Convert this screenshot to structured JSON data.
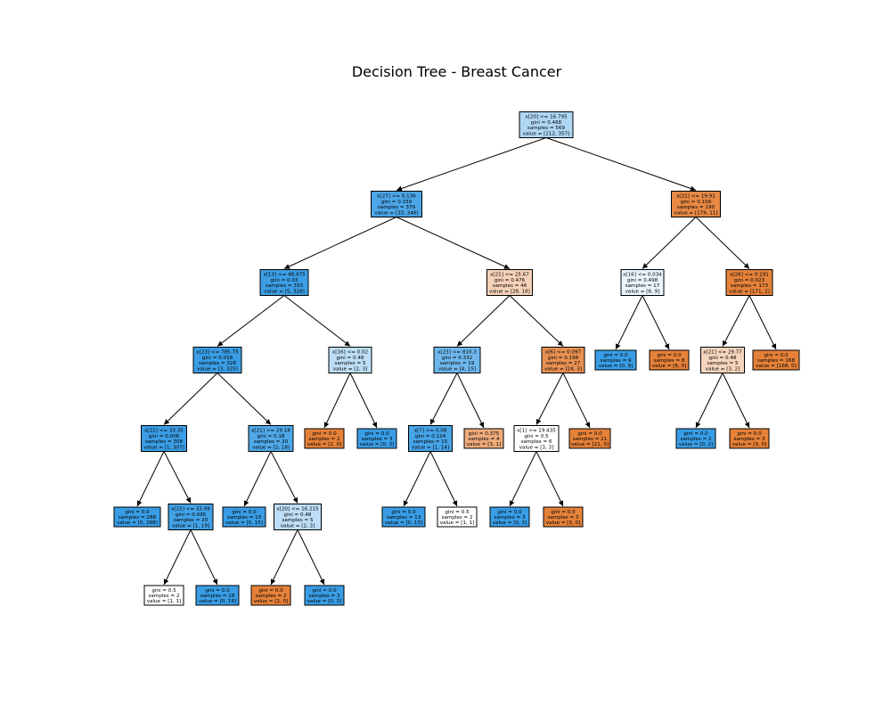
{
  "title": "Decision Tree - Breast Cancer",
  "colors": {
    "class0": "#e58139",
    "class1": "#399de5",
    "edge": "#000000",
    "border": "#000000"
  },
  "nodes": [
    {
      "id": "n0",
      "lines": [
        "x[20] <= 16.795",
        "gini = 0.468",
        "samples = 569",
        "value = [212, 357]"
      ],
      "value": [
        212,
        357
      ]
    },
    {
      "id": "n1",
      "lines": [
        "x[27] <= 0.136",
        "gini = 0.159",
        "samples = 379",
        "value = [33, 346]"
      ],
      "value": [
        33,
        346
      ]
    },
    {
      "id": "n2",
      "lines": [
        "x[13] <= 48.975",
        "gini = 0.03",
        "samples = 333",
        "value = [5, 328]"
      ],
      "value": [
        5,
        328
      ]
    },
    {
      "id": "n3",
      "lines": [
        "x[23] <= 785.75",
        "gini = 0.018",
        "samples = 328",
        "value = [3, 325]"
      ],
      "value": [
        3,
        325
      ]
    },
    {
      "id": "n4",
      "lines": [
        "x[21] <= 33.35",
        "gini = 0.006",
        "samples = 308",
        "value = [1, 307]"
      ],
      "value": [
        1,
        307
      ]
    },
    {
      "id": "n5",
      "lines": [
        "gini = 0.0",
        "samples = 288",
        "value = [0, 288]"
      ],
      "value": [
        0,
        288
      ]
    },
    {
      "id": "n6",
      "lines": [
        "x[21] <= 33.99",
        "gini = 0.095",
        "samples = 20",
        "value = [1, 19]"
      ],
      "value": [
        1,
        19
      ]
    },
    {
      "id": "n7",
      "lines": [
        "gini = 0.5",
        "samples = 2",
        "value = [1, 1]"
      ],
      "value": [
        1,
        1
      ]
    },
    {
      "id": "n8",
      "lines": [
        "gini = 0.0",
        "samples = 18",
        "value = [0, 18]"
      ],
      "value": [
        0,
        18
      ]
    },
    {
      "id": "n9",
      "lines": [
        "x[21] <= 29.18",
        "gini = 0.18",
        "samples = 20",
        "value = [2, 18]"
      ],
      "value": [
        2,
        18
      ]
    },
    {
      "id": "n10",
      "lines": [
        "gini = 0.0",
        "samples = 15",
        "value = [0, 15]"
      ],
      "value": [
        0,
        15
      ]
    },
    {
      "id": "n11",
      "lines": [
        "x[20] <= 16.215",
        "gini = 0.48",
        "samples = 5",
        "value = [2, 3]"
      ],
      "value": [
        2,
        3
      ]
    },
    {
      "id": "n12",
      "lines": [
        "gini = 0.0",
        "samples = 2",
        "value = [2, 0]"
      ],
      "value": [
        2,
        0
      ]
    },
    {
      "id": "n13",
      "lines": [
        "gini = 0.0",
        "samples = 3",
        "value = [0, 3]"
      ],
      "value": [
        0,
        3
      ]
    },
    {
      "id": "n14",
      "lines": [
        "x[16] <= 0.02",
        "gini = 0.48",
        "samples = 5",
        "value = [2, 3]"
      ],
      "value": [
        2,
        3
      ]
    },
    {
      "id": "n15",
      "lines": [
        "gini = 0.0",
        "samples = 2",
        "value = [2, 0]"
      ],
      "value": [
        2,
        0
      ]
    },
    {
      "id": "n16",
      "lines": [
        "gini = 0.0",
        "samples = 3",
        "value = [0, 3]"
      ],
      "value": [
        0,
        3
      ]
    },
    {
      "id": "n17",
      "lines": [
        "x[21] <= 25.67",
        "gini = 0.476",
        "samples = 46",
        "value = [28, 18]"
      ],
      "value": [
        28,
        18
      ]
    },
    {
      "id": "n18",
      "lines": [
        "x[23] <= 810.3",
        "gini = 0.332",
        "samples = 19",
        "value = [4, 15]"
      ],
      "value": [
        4,
        15
      ]
    },
    {
      "id": "n19",
      "lines": [
        "x[7] <= 0.08",
        "gini = 0.124",
        "samples = 15",
        "value = [1, 14]"
      ],
      "value": [
        1,
        14
      ]
    },
    {
      "id": "n20",
      "lines": [
        "gini = 0.0",
        "samples = 13",
        "value = [0, 13]"
      ],
      "value": [
        0,
        13
      ]
    },
    {
      "id": "n21",
      "lines": [
        "gini = 0.5",
        "samples = 2",
        "value = [1, 1]"
      ],
      "value": [
        1,
        1
      ]
    },
    {
      "id": "n22",
      "lines": [
        "gini = 0.375",
        "samples = 4",
        "value = [3, 1]"
      ],
      "value": [
        3,
        1
      ]
    },
    {
      "id": "n23",
      "lines": [
        "x[6] <= 0.097",
        "gini = 0.198",
        "samples = 27",
        "value = [24, 3]"
      ],
      "value": [
        24,
        3
      ]
    },
    {
      "id": "n24",
      "lines": [
        "x[1] <= 19.435",
        "gini = 0.5",
        "samples = 6",
        "value = [3, 3]"
      ],
      "value": [
        3,
        3
      ]
    },
    {
      "id": "n25",
      "lines": [
        "gini = 0.0",
        "samples = 3",
        "value = [0, 3]"
      ],
      "value": [
        0,
        3
      ]
    },
    {
      "id": "n26",
      "lines": [
        "gini = 0.0",
        "samples = 3",
        "value = [3, 0]"
      ],
      "value": [
        3,
        0
      ]
    },
    {
      "id": "n27",
      "lines": [
        "gini = 0.0",
        "samples = 21",
        "value = [21, 0]"
      ],
      "value": [
        21,
        0
      ]
    },
    {
      "id": "n28",
      "lines": [
        "x[21] <= 19.91",
        "gini = 0.109",
        "samples = 190",
        "value = [179, 11]"
      ],
      "value": [
        179,
        11
      ]
    },
    {
      "id": "n29",
      "lines": [
        "x[16] <= 0.034",
        "gini = 0.498",
        "samples = 17",
        "value = [8, 9]"
      ],
      "value": [
        8,
        9
      ]
    },
    {
      "id": "n30",
      "lines": [
        "gini = 0.0",
        "samples = 9",
        "value = [0, 9]"
      ],
      "value": [
        0,
        9
      ]
    },
    {
      "id": "n31",
      "lines": [
        "gini = 0.0",
        "samples = 8",
        "value = [8, 0]"
      ],
      "value": [
        8,
        0
      ]
    },
    {
      "id": "n32",
      "lines": [
        "x[26] <= 0.191",
        "gini = 0.023",
        "samples = 173",
        "value = [171, 2]"
      ],
      "value": [
        171,
        2
      ]
    },
    {
      "id": "n33",
      "lines": [
        "x[21] <= 29.77",
        "gini = 0.48",
        "samples = 5",
        "value = [3, 2]"
      ],
      "value": [
        3,
        2
      ]
    },
    {
      "id": "n34",
      "lines": [
        "gini = 0.0",
        "samples = 2",
        "value = [0, 2]"
      ],
      "value": [
        0,
        2
      ]
    },
    {
      "id": "n35",
      "lines": [
        "gini = 0.0",
        "samples = 3",
        "value = [3, 0]"
      ],
      "value": [
        3,
        0
      ]
    },
    {
      "id": "n36",
      "lines": [
        "gini = 0.0",
        "samples = 168",
        "value = [168, 0]"
      ],
      "value": [
        168,
        0
      ]
    }
  ],
  "edges": [
    [
      "n0",
      "n1"
    ],
    [
      "n0",
      "n28"
    ],
    [
      "n1",
      "n2"
    ],
    [
      "n1",
      "n17"
    ],
    [
      "n2",
      "n3"
    ],
    [
      "n2",
      "n14"
    ],
    [
      "n3",
      "n4"
    ],
    [
      "n3",
      "n9"
    ],
    [
      "n4",
      "n5"
    ],
    [
      "n4",
      "n6"
    ],
    [
      "n6",
      "n7"
    ],
    [
      "n6",
      "n8"
    ],
    [
      "n9",
      "n10"
    ],
    [
      "n9",
      "n11"
    ],
    [
      "n11",
      "n12"
    ],
    [
      "n11",
      "n13"
    ],
    [
      "n14",
      "n15"
    ],
    [
      "n14",
      "n16"
    ],
    [
      "n17",
      "n18"
    ],
    [
      "n17",
      "n23"
    ],
    [
      "n18",
      "n19"
    ],
    [
      "n18",
      "n22"
    ],
    [
      "n19",
      "n20"
    ],
    [
      "n19",
      "n21"
    ],
    [
      "n23",
      "n24"
    ],
    [
      "n23",
      "n27"
    ],
    [
      "n24",
      "n25"
    ],
    [
      "n24",
      "n26"
    ],
    [
      "n28",
      "n29"
    ],
    [
      "n28",
      "n32"
    ],
    [
      "n29",
      "n30"
    ],
    [
      "n29",
      "n31"
    ],
    [
      "n32",
      "n33"
    ],
    [
      "n32",
      "n36"
    ],
    [
      "n33",
      "n34"
    ],
    [
      "n33",
      "n35"
    ]
  ]
}
